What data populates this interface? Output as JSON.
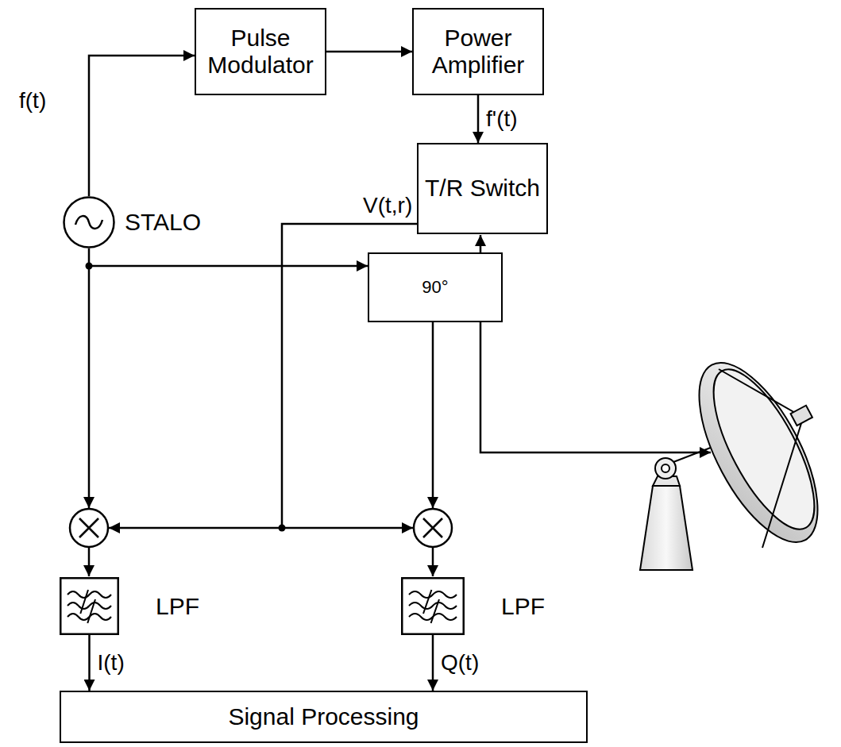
{
  "diagram": {
    "nodes": [
      {
        "text": [
          "Pulse Modulator"
        ]
      },
      {
        "text": [
          "Power Amplifier"
        ]
      },
      {
        "text": [
          "STALO"
        ]
      },
      {
        "text": [
          "T/R Switch"
        ]
      },
      {
        "text": [
          "90°"
        ]
      },
      {
        "text": [
          "LPF"
        ]
      },
      {
        "text": [
          "LPF"
        ]
      },
      {
        "text": [
          "Signal Processing"
        ]
      }
    ],
    "edges": [
      {
        "from": 2,
        "to": 0,
        "arrow": "to"
      },
      {
        "from": 0,
        "to": 1,
        "arrow": "to"
      },
      {
        "from": 1,
        "to": 3,
        "label": "f'(t)",
        "arrow": "to"
      },
      {
        "from": 2,
        "to": 4,
        "arrow": "to"
      },
      {
        "from": 5,
        "to": 7,
        "label": "I(t)",
        "arrow": "to"
      },
      {
        "from": 6,
        "to": 7,
        "label": "Q(t)",
        "arrow": "to"
      }
    ],
    "labels": [
      "f(t)",
      "V(t,r)"
    ]
  }
}
